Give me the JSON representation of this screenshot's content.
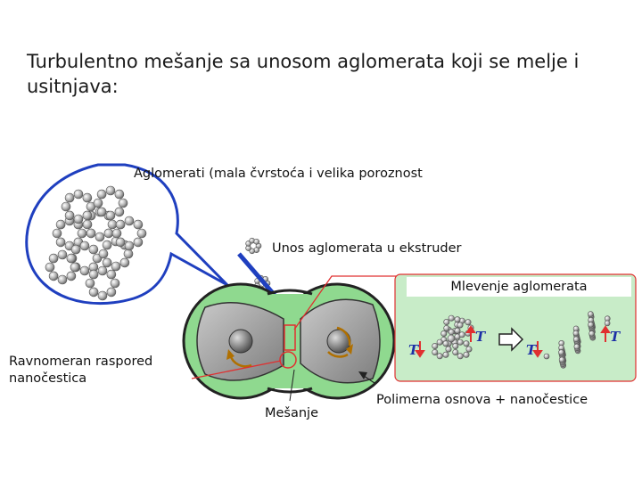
{
  "title": "Turbulentno mešanje sa unosom aglomerata koji se melje i usitnjava:",
  "labels": {
    "aglomerati": "Aglomerati (mala čvrstoća i velika poroznost",
    "unos": "Unos aglomerata u ekstruder",
    "mlevenje": "Mlevenje aglomerata",
    "ravnomeran_line1": "Ravnomeran raspored",
    "ravnomeran_line2": "nanočestica",
    "mesanje": "Mešanje",
    "polimerna": "Polimerna osnova + nanočestice"
  },
  "symbols": {
    "t": "T"
  },
  "colors": {
    "callout_blue": "#1f3fbf",
    "barrel_green": "#8fd98f",
    "screw_gray": "#9a9a9a",
    "particle_gray": "#b5b5b5",
    "detail_green": "#c8ecc8",
    "accent_red": "#e03030",
    "temp_blue": "#1d2fa6"
  }
}
